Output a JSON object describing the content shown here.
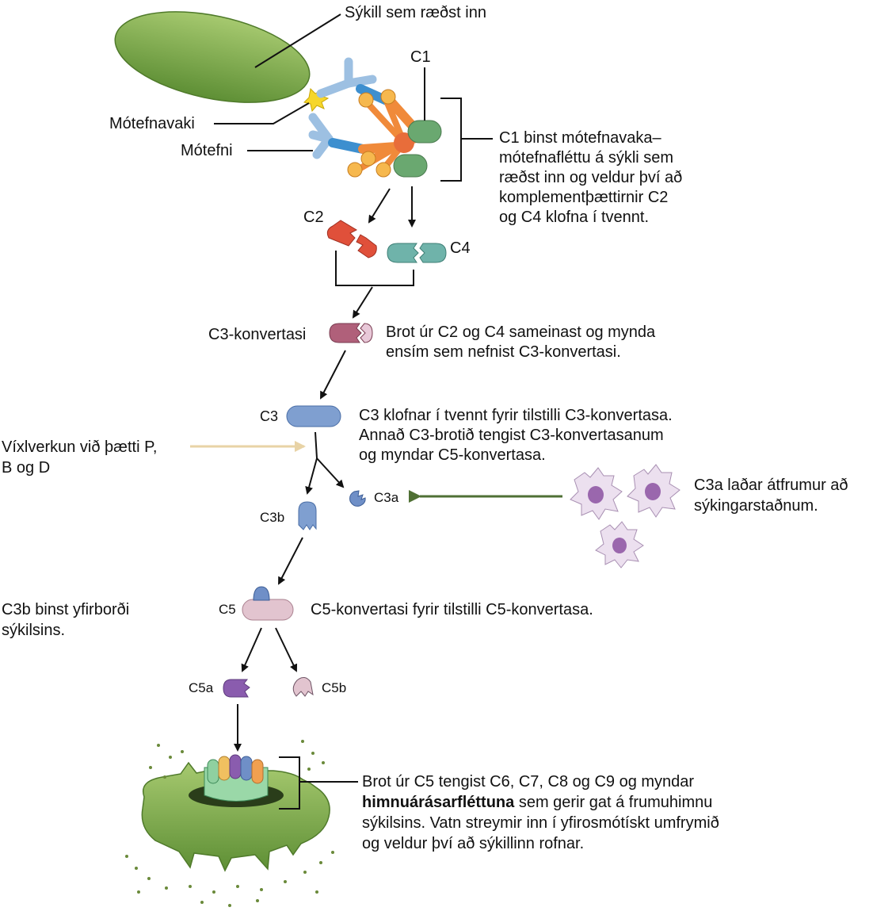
{
  "labels": {
    "pathogen": "Sýkill sem ræðst inn",
    "antigen": "Mótefnavaki",
    "antibody": "Mótefni",
    "c1": "C1",
    "c1_note": [
      "C1 binst mótefnavaka–",
      "mótefnafléttu á sýkli sem",
      "ræðst inn og veldur því að",
      "komplementþættirnir C2",
      "og C4 klofna í tvennt."
    ],
    "c2": "C2",
    "c4": "C4",
    "c3_convertase": "C3-konvertasi",
    "c3_convertase_note": [
      "Brot úr C2 og C4 sameinast og mynda",
      "ensím sem nefnist C3-konvertasi."
    ],
    "c3": "C3",
    "c3_note": [
      "C3 klofnar í tvennt fyrir tilstilli C3-konvertasa.",
      "Annað C3-brotið tengist C3-konvertasanum",
      "og myndar C5-konvertasa."
    ],
    "factors_note": [
      "Víxlverkun við þætti P,",
      "B og D"
    ],
    "c3a": "C3a",
    "c3b": "C3b",
    "phagocyte_note": [
      "C3a laðar átfrumur að",
      "sýkingarstaðnum."
    ],
    "c3b_note": [
      "C3b binst yfirborði",
      "sýkilsins."
    ],
    "c5": "C5",
    "c5_note": "C5-konvertasi fyrir tilstilli C5-konvertasa.",
    "c5a": "C5a",
    "c5b": "C5b",
    "mac_note": {
      "line1": "Brot úr C5 tengist C6, C7, C8 og C9 og myndar",
      "line2_bold": "himnuárásarfléttuna",
      "line2_rest": " sem gerir gat á frumuhimnu",
      "line3": "sýkilsins. Vatn streymir inn í yfirosmótískt umfrymið",
      "line4": "og veldur því að sýkillinn rofnar."
    }
  },
  "colors": {
    "pathogen_green": "#7aa64a",
    "c2_red": "#e0503a",
    "c4_teal": "#6fb3aa",
    "c3_convertase_mauve": "#b0607a",
    "c3_blue": "#7f9fd0",
    "c5_pink": "#e2c4cf",
    "c5a_purple": "#8a5cae",
    "c1_green": "#6aa870",
    "antibody_blue": "#8fb7dc",
    "antibody_orange": "#f0a050",
    "factors_arrow": "#e8d3a6",
    "phagocyte_arrow": "#4f7034",
    "phagocyte": "#e7d8ea"
  }
}
